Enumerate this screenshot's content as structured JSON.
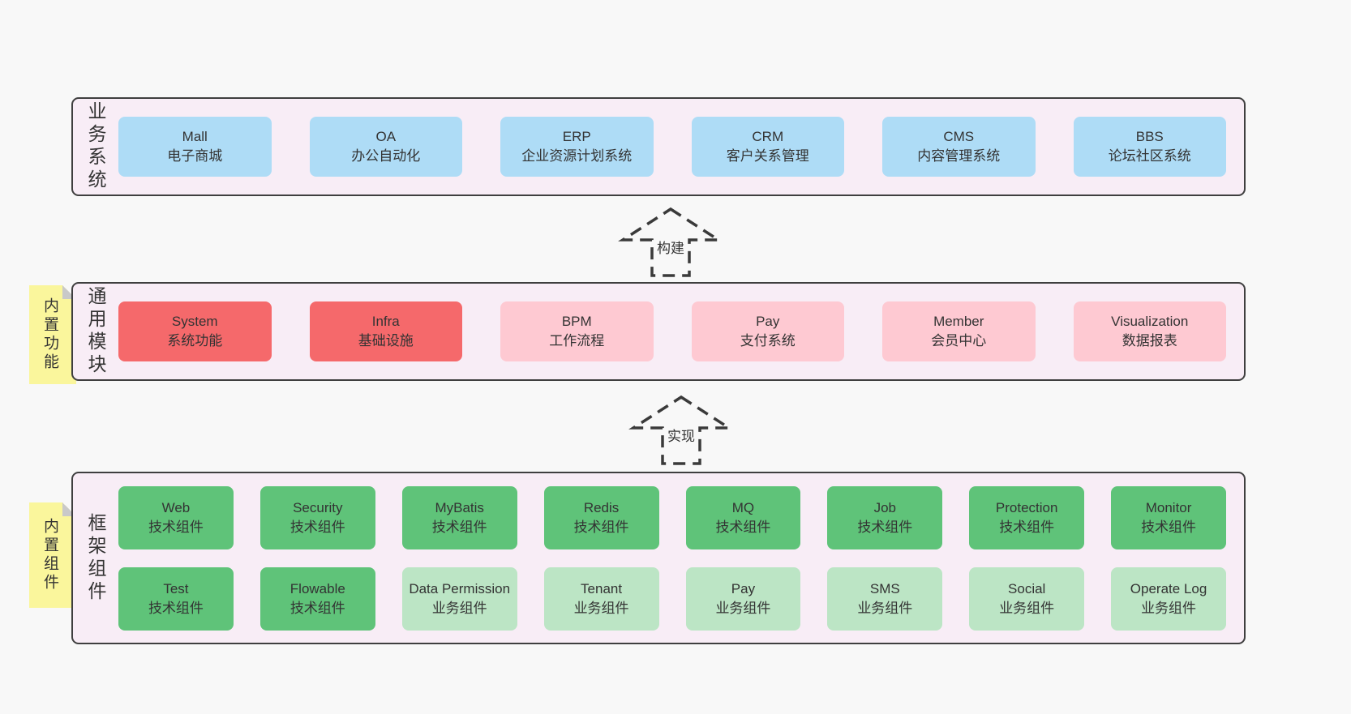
{
  "palette": {
    "page_bg": "#f8f8f8",
    "band_bg": "#f8edf6",
    "band_border": "#3f3f3f",
    "blue": "#aedcf6",
    "red": "#f5696b",
    "pink": "#fec9d2",
    "green": "#5fc379",
    "lightgreen": "#bce5c5",
    "sticky_yellow": "#faf69c",
    "sticky_fold": "#c9c9c9",
    "text": "#333333"
  },
  "arrows": [
    {
      "label": "构建"
    },
    {
      "label": "实现"
    }
  ],
  "bands": [
    {
      "label": "业务系统",
      "rows": [
        [
          {
            "title": "Mall",
            "subtitle": "电子商城",
            "variant": "blue"
          },
          {
            "title": "OA",
            "subtitle": "办公自动化",
            "variant": "blue"
          },
          {
            "title": "ERP",
            "subtitle": "企业资源计划系统",
            "variant": "blue"
          },
          {
            "title": "CRM",
            "subtitle": "客户关系管理",
            "variant": "blue"
          },
          {
            "title": "CMS",
            "subtitle": "内容管理系统",
            "variant": "blue"
          },
          {
            "title": "BBS",
            "subtitle": "论坛社区系统",
            "variant": "blue"
          }
        ]
      ]
    },
    {
      "label": "通用模块",
      "sticky": "内置功能",
      "rows": [
        [
          {
            "title": "System",
            "subtitle": "系统功能",
            "variant": "red"
          },
          {
            "title": "Infra",
            "subtitle": "基础设施",
            "variant": "red"
          },
          {
            "title": "BPM",
            "subtitle": "工作流程",
            "variant": "pink"
          },
          {
            "title": "Pay",
            "subtitle": "支付系统",
            "variant": "pink"
          },
          {
            "title": "Member",
            "subtitle": "会员中心",
            "variant": "pink"
          },
          {
            "title": "Visualization",
            "subtitle": "数据报表",
            "variant": "pink"
          }
        ]
      ]
    },
    {
      "label": "框架组件",
      "sticky": "内置组件",
      "rows": [
        [
          {
            "title": "Web",
            "subtitle": "技术组件",
            "variant": "green"
          },
          {
            "title": "Security",
            "subtitle": "技术组件",
            "variant": "green"
          },
          {
            "title": "MyBatis",
            "subtitle": "技术组件",
            "variant": "green"
          },
          {
            "title": "Redis",
            "subtitle": "技术组件",
            "variant": "green"
          },
          {
            "title": "MQ",
            "subtitle": "技术组件",
            "variant": "green"
          },
          {
            "title": "Job",
            "subtitle": "技术组件",
            "variant": "green"
          },
          {
            "title": "Protection",
            "subtitle": "技术组件",
            "variant": "green"
          },
          {
            "title": "Monitor",
            "subtitle": "技术组件",
            "variant": "green"
          }
        ],
        [
          {
            "title": "Test",
            "subtitle": "技术组件",
            "variant": "green"
          },
          {
            "title": "Flowable",
            "subtitle": "技术组件",
            "variant": "green"
          },
          {
            "title": "Data Permission",
            "subtitle": "业务组件",
            "variant": "lightgreen"
          },
          {
            "title": "Tenant",
            "subtitle": "业务组件",
            "variant": "lightgreen"
          },
          {
            "title": "Pay",
            "subtitle": "业务组件",
            "variant": "lightgreen"
          },
          {
            "title": "SMS",
            "subtitle": "业务组件",
            "variant": "lightgreen"
          },
          {
            "title": "Social",
            "subtitle": "业务组件",
            "variant": "lightgreen"
          },
          {
            "title": "Operate Log",
            "subtitle": "业务组件",
            "variant": "lightgreen"
          }
        ]
      ]
    }
  ]
}
